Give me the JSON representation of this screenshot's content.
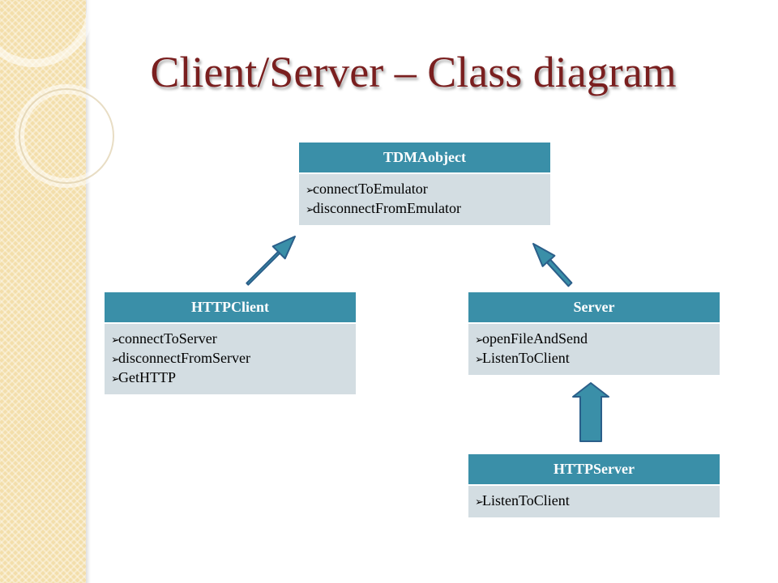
{
  "slide": {
    "title": "Client/Server – Class diagram"
  },
  "colors": {
    "header": "#3a8fa8",
    "body": "#d3dde2",
    "title": "#7a1f1f",
    "arrow_fill": "#3a8fa8",
    "arrow_stroke": "#2b5f8a",
    "side_strip": "#f3deaa"
  },
  "bullet_icon": "arrow-bullet-icon",
  "classes": {
    "tdmaobject": {
      "name": "TDMAobject",
      "methods": [
        "connectToEmulator",
        "disconnectFromEmulator"
      ]
    },
    "httpclient": {
      "name": "HTTPClient",
      "methods": [
        "connectToServer",
        "disconnectFromServer",
        "GetHTTP"
      ]
    },
    "server": {
      "name": "Server",
      "methods": [
        "openFileAndSend",
        "ListenToClient"
      ]
    },
    "httpserver": {
      "name": "HTTPServer",
      "methods": [
        "ListenToClient"
      ]
    }
  },
  "relations": [
    {
      "from": "HTTPClient",
      "to": "TDMAobject"
    },
    {
      "from": "Server",
      "to": "TDMAobject"
    },
    {
      "from": "HTTPServer",
      "to": "Server"
    }
  ]
}
